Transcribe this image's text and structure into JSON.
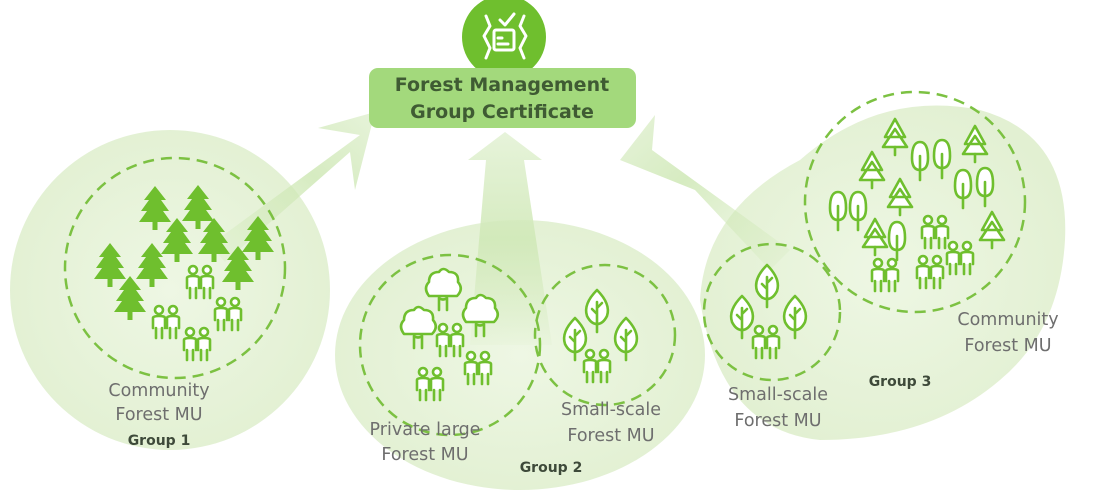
{
  "certificate": {
    "line1": "Forest Management",
    "line2": "Group Certificate",
    "icon": "certificate-icon"
  },
  "groups": [
    {
      "name": "Group 1",
      "units": [
        {
          "line1": "Community",
          "line2": "Forest MU"
        }
      ]
    },
    {
      "name": "Group 2",
      "units": [
        {
          "line1": "Private large",
          "line2": "Forest MU"
        },
        {
          "line1": "Small-scale",
          "line2": "Forest MU"
        }
      ]
    },
    {
      "name": "Group 3",
      "units": [
        {
          "line1": "Small-scale",
          "line2": "Forest MU"
        },
        {
          "line1": "Community",
          "line2": "Forest MU"
        }
      ]
    }
  ],
  "colors": {
    "accent_green": "#6fbf2e",
    "blob_green": "#e9f4dc",
    "certificate_box": "#a3d97c",
    "certificate_text": "#3f5b33",
    "certificate_circle": "#6fbf2e"
  },
  "icons": [
    "conifer-tree-icon",
    "deciduous-tree-icon",
    "leaf-tree-icon",
    "people-icon",
    "certificate-icon"
  ]
}
